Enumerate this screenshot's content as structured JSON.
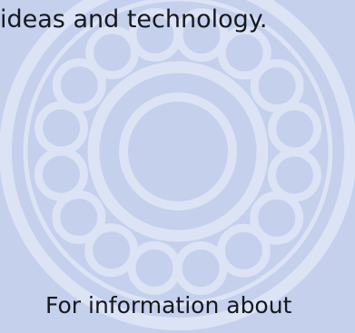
{
  "text": {
    "headline": "ideas and technology.",
    "footer": "For information about"
  },
  "colors": {
    "background": "#c4d0ec",
    "bearing": "#dbe3f5",
    "text": "#15181d"
  },
  "watermark": {
    "icon": "ball-bearing-icon",
    "ball_count": 16
  }
}
